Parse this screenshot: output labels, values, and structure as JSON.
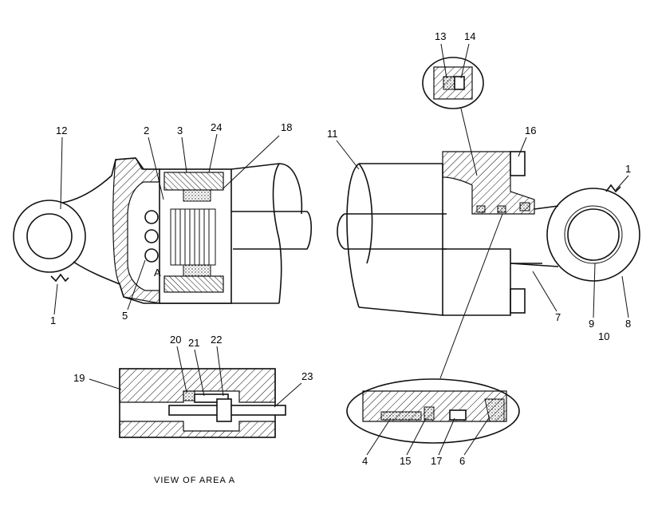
{
  "callouts": {
    "n1": "1",
    "n2": "2",
    "n3": "3",
    "n4": "4",
    "n5": "5",
    "n6": "6",
    "n7": "7",
    "n8": "8",
    "n9": "9",
    "n10": "10",
    "n11": "11",
    "n12": "12",
    "n13": "13",
    "n14": "14",
    "n15": "15",
    "n16": "16",
    "n17": "17",
    "n18": "18",
    "n19": "19",
    "n20": "20",
    "n21": "21",
    "n22": "22",
    "n23": "23",
    "n24": "24"
  },
  "section_marker": "A",
  "view_caption": "VIEW OF AREA A"
}
